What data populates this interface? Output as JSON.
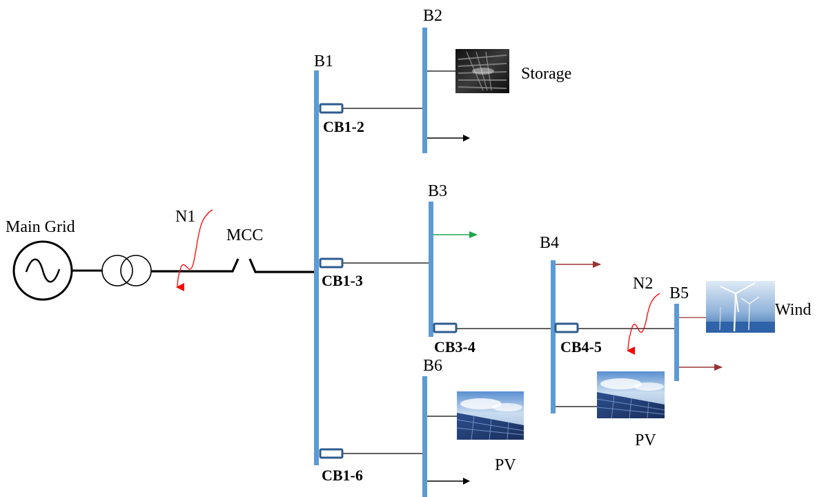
{
  "grid": {
    "label": "Main Grid"
  },
  "switch": {
    "label": "MCC"
  },
  "faults": [
    {
      "label": "N1",
      "color": "#ff0000"
    },
    {
      "label": "N2",
      "color": "#ff0000"
    }
  ],
  "buses": {
    "b1": "B1",
    "b2": "B2",
    "b3": "B3",
    "b4": "B4",
    "b5": "B5",
    "b6": "B6"
  },
  "breakers": {
    "cb12": "CB1-2",
    "cb13": "CB1-3",
    "cb16": "CB1-6",
    "cb34": "CB3-4",
    "cb45": "CB4-5"
  },
  "sources": {
    "storage": "Storage",
    "wind": "Wind",
    "pv_b6": "PV",
    "pv_b4": "PV"
  },
  "colors": {
    "bus": "#5b9bd5",
    "breaker_border": "#2e5b8f",
    "fault_arrow": "#ff0000",
    "load_arrow_black": "#000000",
    "load_arrow_green": "#1aa64b",
    "load_arrow_brown": "#993333"
  }
}
